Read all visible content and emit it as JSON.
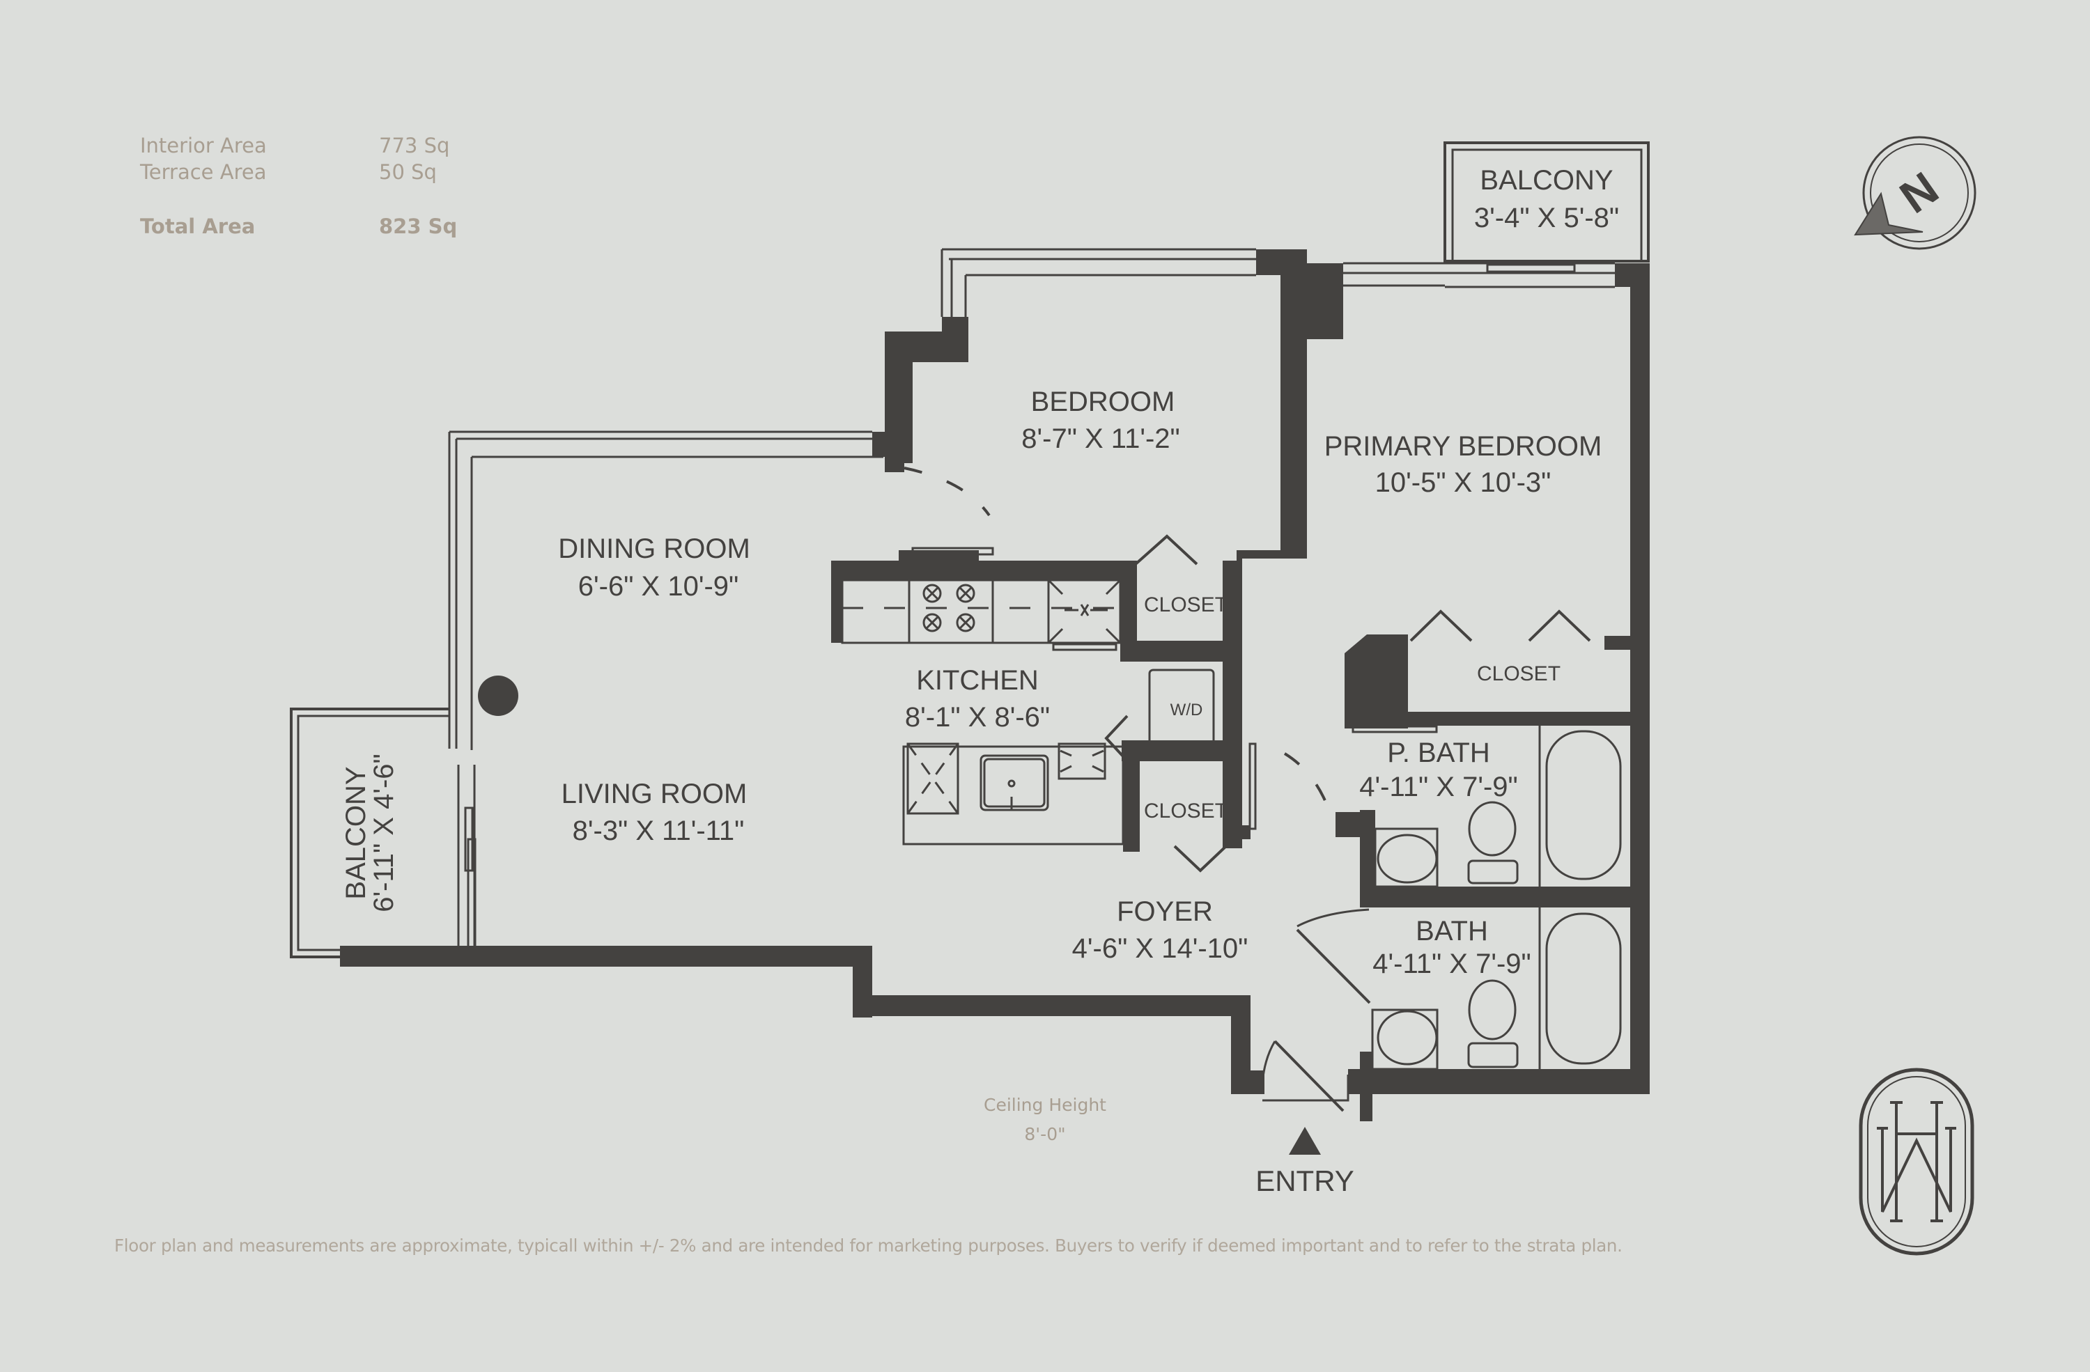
{
  "areas": {
    "interior": {
      "label": "Interior Area",
      "value": "773 Sq"
    },
    "terrace": {
      "label": "Terrace Area",
      "value": "50 Sq"
    },
    "total": {
      "label": "Total Area",
      "value": "823 Sq"
    }
  },
  "rooms": {
    "balcony_top": {
      "name": "BALCONY",
      "dims": "3'-4\"  X 5'-8\""
    },
    "bedroom": {
      "name": "BEDROOM",
      "dims": "8'-7\"  X 11'-2\""
    },
    "primary_bedroom": {
      "name": "PRIMARY BEDROOM",
      "dims": "10'-5\"  X 10'-3\""
    },
    "dining_room": {
      "name": "DINING ROOM",
      "dims": "6'-6\"  X 10'-9\""
    },
    "kitchen": {
      "name": "KITCHEN",
      "dims": "8'-1\"  X 8'-6\""
    },
    "living_room": {
      "name": "LIVING ROOM",
      "dims": "8'-3\"  X 11'-11\""
    },
    "balcony_left": {
      "name": "BALCONY",
      "dims": "6'-11\"  X 4'-6\""
    },
    "foyer": {
      "name": "FOYER",
      "dims": "4'-6\"  X 14'-10\""
    },
    "p_bath": {
      "name": "P. BATH",
      "dims": "4'-11\"  X 7'-9\""
    },
    "bath": {
      "name": "BATH",
      "dims": "4'-11\"  X 7'-9\""
    },
    "closet_kitchen": {
      "name": "CLOSET"
    },
    "closet_foyer": {
      "name": "CLOSET"
    },
    "closet_primary": {
      "name": "CLOSET"
    },
    "washer_dryer": {
      "name": "W/D"
    }
  },
  "ceiling": {
    "label": "Ceiling Height",
    "value": "8'-0\""
  },
  "entry": {
    "label": "ENTRY"
  },
  "compass": {
    "letter": "N"
  },
  "disclaimer": "Floor plan and measurements are approximate, typicall within +/- 2% and are intended for marketing purposes. Buyers to verify if deemed important and to refer to the strata plan.",
  "colors": {
    "background": "#dcdedb",
    "walls": "#444240",
    "info_text": "#a89e91"
  }
}
